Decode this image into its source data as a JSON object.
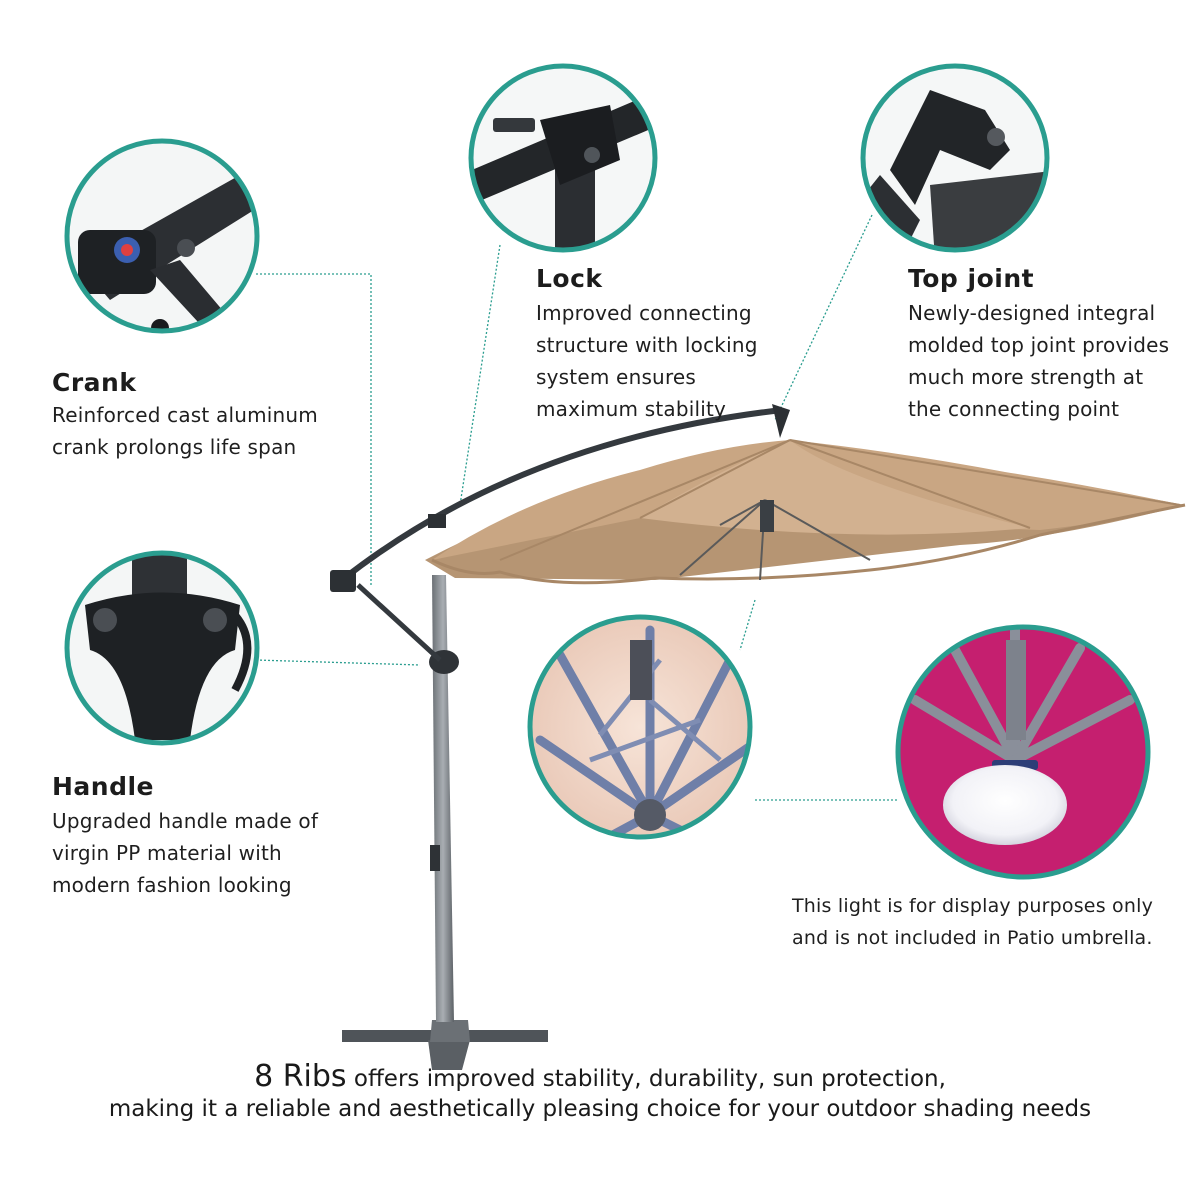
{
  "features": {
    "crank": {
      "title": "Crank",
      "lines": [
        "Reinforced cast aluminum",
        "crank prolongs life span"
      ]
    },
    "lock": {
      "title": "Lock",
      "lines": [
        "Improved connecting",
        "structure with locking",
        "system ensures",
        "maximum stability"
      ]
    },
    "top_joint": {
      "title": "Top joint",
      "lines": [
        "Newly-designed integral",
        "molded top joint provides",
        "much more strength at",
        "the connecting point"
      ]
    },
    "handle": {
      "title": "Handle",
      "lines": [
        "Upgraded handle made of",
        "virgin PP material with",
        "modern fashion looking"
      ]
    }
  },
  "light_note": {
    "lines": [
      "This light is for display purposes only",
      "and is not included  in Patio umbrella."
    ]
  },
  "footer": {
    "highlight": "8 Ribs",
    "line1": "offers improved stability, durability, sun protection,",
    "line2": "making it a reliable and aesthetically pleasing choice for your outdoor shading needs"
  },
  "colors": {
    "circle_ring": "#2a9d8f",
    "canopy": "#c9a683",
    "canopy_shade": "#b08d6c",
    "frame": "#3a3f44",
    "light_canopy": "#c51f6f"
  }
}
